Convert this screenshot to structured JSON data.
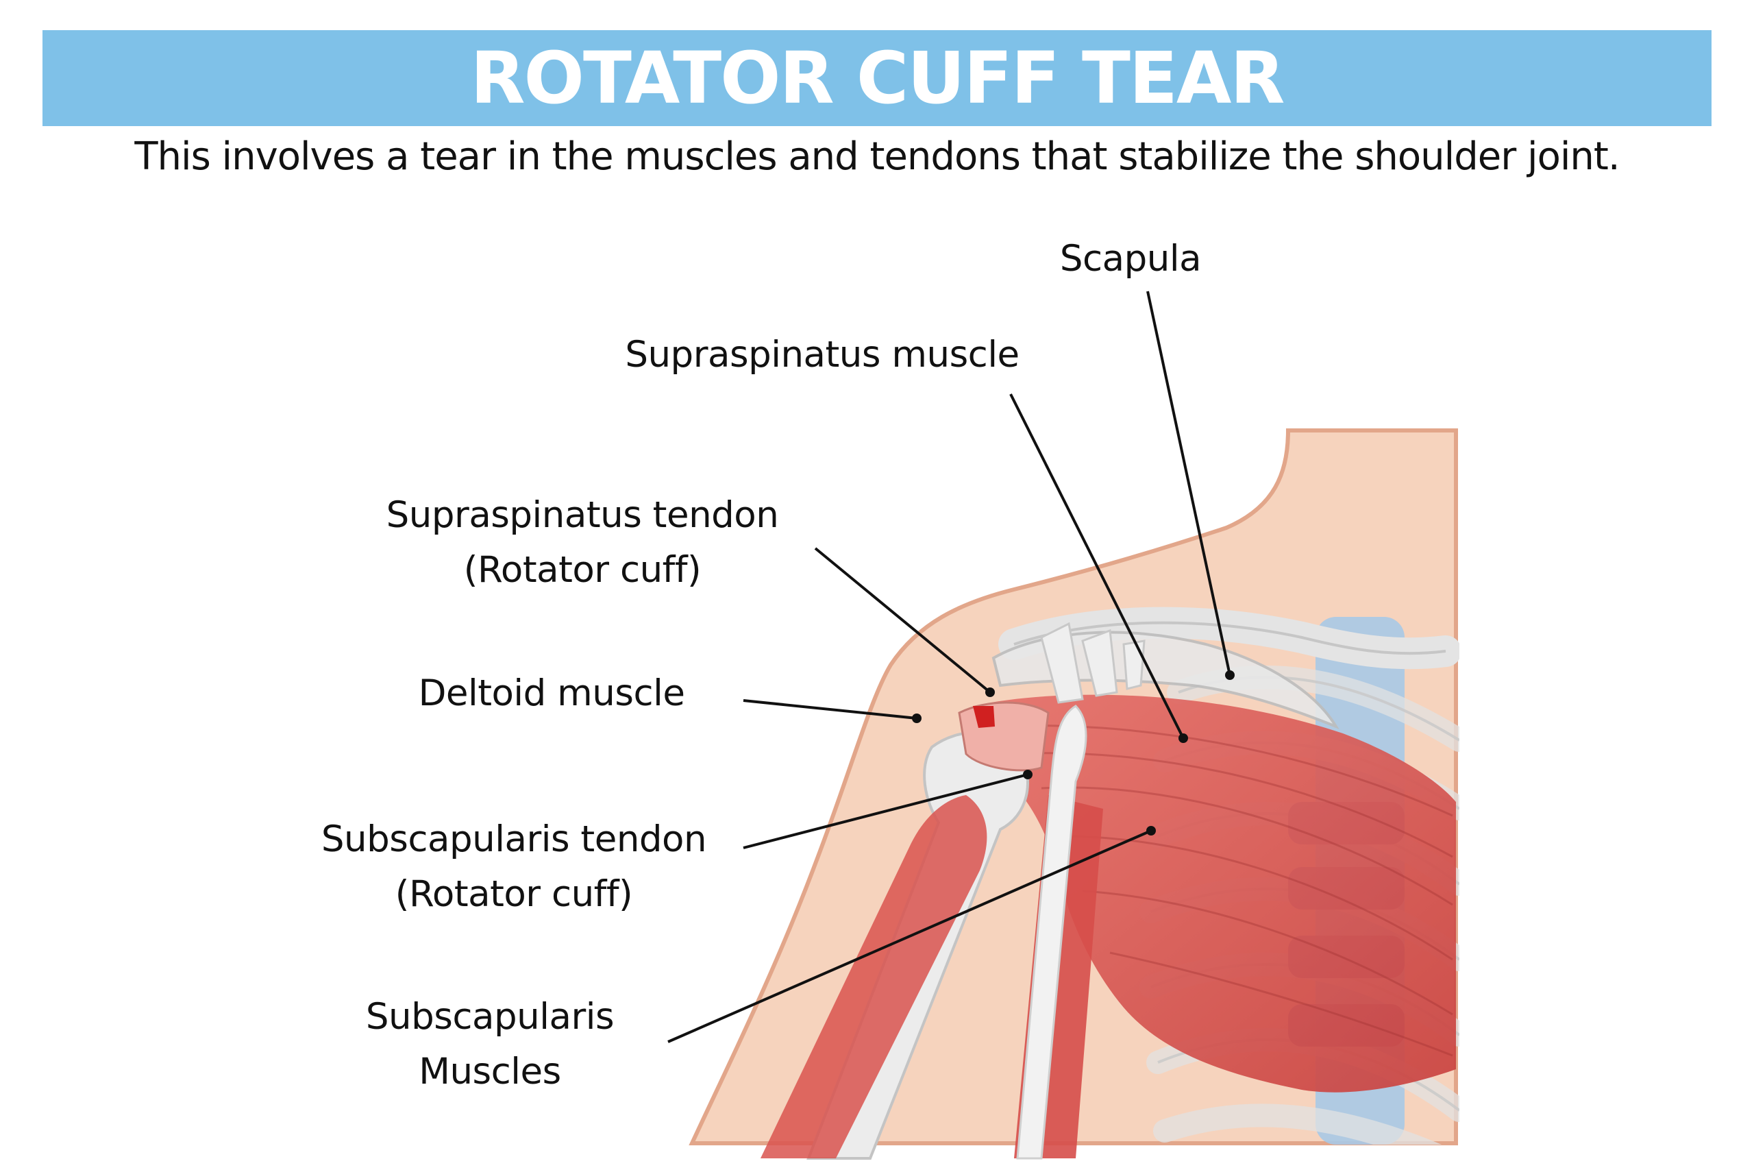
{
  "header": {
    "title": "ROTATOR CUFF TEAR",
    "subtitle": "This involves a tear in the muscles and tendons that stabilize the shoulder joint."
  },
  "labels": {
    "scapula": "Scapula",
    "supraspinatus_muscle": "Supraspinatus muscle",
    "supraspinatus_tendon_line1": "Supraspinatus tendon",
    "supraspinatus_tendon_line2": "(Rotator cuff)",
    "deltoid_muscle": "Deltoid muscle",
    "subscapularis_tendon_line1": "Subscapularis tendon",
    "subscapularis_tendon_line2": "(Rotator cuff)",
    "subscapularis_muscles_line1": "Subscapularis",
    "subscapularis_muscles_line2": "Muscles"
  },
  "colors": {
    "banner": "#7fc1e8",
    "skin": "#f6d3bd",
    "skin_outline": "#e2a68a",
    "muscle": "#dc5a55",
    "muscle_dark": "#b93a3a",
    "bone": "#e4e4e4",
    "tendon": "#f2f2f2",
    "cartilage": "#8e7fae",
    "spine": "#a9c9e6",
    "tear": "#d02020"
  }
}
